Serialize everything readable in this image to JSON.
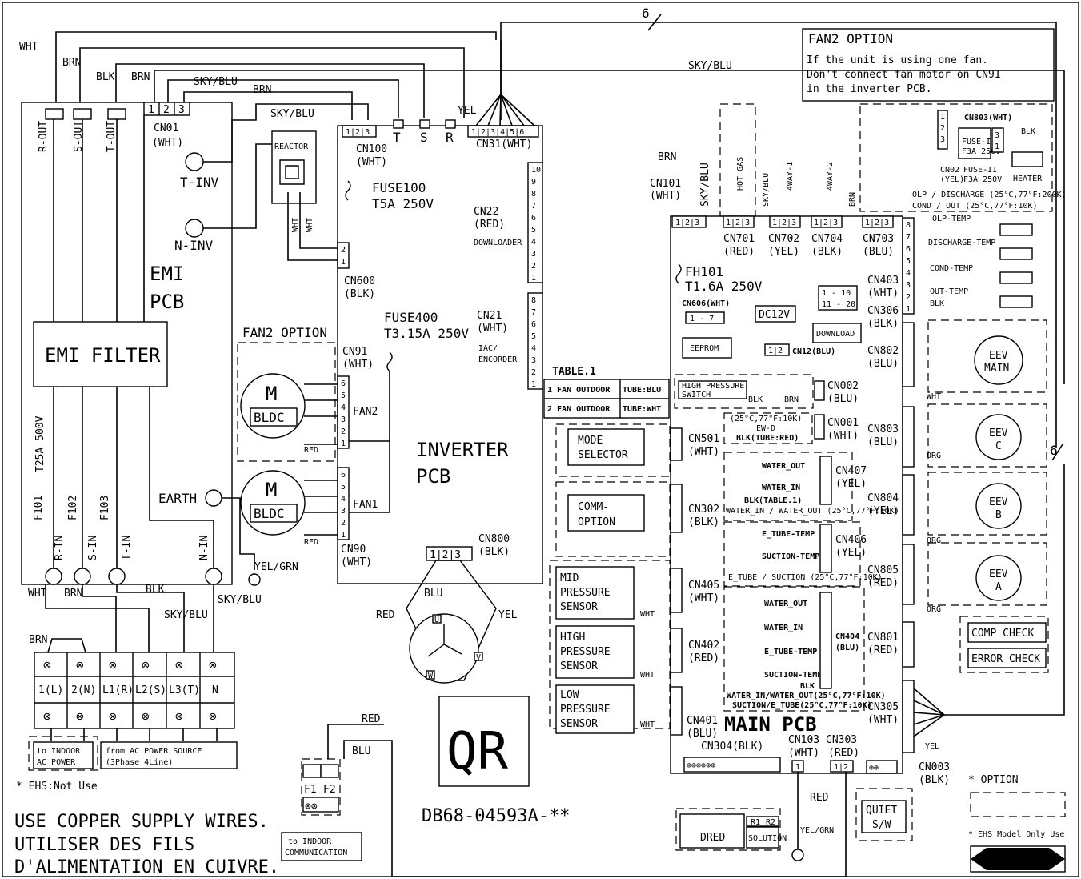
{
  "wire_colors": {
    "wht": "WHT",
    "brn": "BRN",
    "blk": "BLK",
    "sky_blu": "SKY/BLU",
    "yel": "YEL",
    "red": "RED",
    "blu": "BLU",
    "yel_grn": "YEL/GRN",
    "yel_grn2": "YEL/GRN"
  },
  "bus_label": "6",
  "fan2_note": {
    "title": "FAN2 OPTION",
    "line1": "If the unit is using one fan.",
    "line2": "Don't connect fan motor on CN91",
    "line3": "in the inverter PCB."
  },
  "emi": {
    "r_out": "R-OUT",
    "s_out": "S-OUT",
    "t_out": "T-OUT",
    "cn01": "CN01",
    "cn01_color": "(WHT)",
    "t_inv": "T-INV",
    "n_inv": "N-INV",
    "emi": "EMI",
    "pcb": "PCB",
    "filter": "EMI FILTER",
    "f101": "F101",
    "f102": "F102",
    "f103": "F103",
    "fuse_rating": "T25A 500V",
    "r_in": "R-IN",
    "s_in": "S-IN",
    "t_in": "T-IN",
    "n_in": "N-IN",
    "earth": "EARTH"
  },
  "reactor": "REACTOR",
  "inverter": {
    "cn100": "CN100",
    "cn100_color": "(WHT)",
    "fuse100": "FUSE100",
    "fuse100_rating": "T5A 250V",
    "cn31": "CN31(WHT)",
    "t": "T",
    "s": "S",
    "r": "R",
    "cn22": "CN22",
    "cn22_color": "(RED)",
    "downloader": "DOWNLOADER",
    "cn600": "CN600",
    "cn600_color": "(BLK)",
    "fuse400": "FUSE400",
    "fuse400_rating": "T3.15A 250V",
    "cn21": "CN21",
    "cn21_color": "(WHT)",
    "iac": "IAC/",
    "encorder": "ENCORDER",
    "cn91": "CN91",
    "cn91_color": "(WHT)",
    "cn90": "CN90",
    "cn90_color": "(WHT)",
    "cn800": "CN800",
    "cn800_color": "(BLK)",
    "title1": "INVERTER",
    "title2": "PCB"
  },
  "fans": {
    "fan2_option": "FAN2 OPTION",
    "m": "M",
    "bldc": "BLDC",
    "fan2": "FAN2",
    "fan1": "FAN1"
  },
  "table1": {
    "title": "TABLE.1",
    "row1_a": "1 FAN OUTDOOR",
    "row1_b": "TUBE:BLU",
    "row2_a": "2 FAN OUTDOOR",
    "row2_b": "TUBE:WHT"
  },
  "blocks": {
    "mode1": "MODE",
    "mode2": "SELECTOR",
    "comm1": "COMM-",
    "comm2": "OPTION",
    "mid1": "MID",
    "mid2": "PRESSURE",
    "mid3": "SENSOR",
    "high1": "HIGH",
    "high2": "PRESSURE",
    "high3": "SENSOR",
    "low1": "LOW",
    "low2": "PRESSURE",
    "low3": "SENSOR"
  },
  "main": {
    "cn101": "CN101",
    "cn101_color": "(WHT)",
    "hot_gas": "HOT GAS",
    "way4_1": "4WAY-1",
    "way4_2": "4WAY-2",
    "cn701": "CN701",
    "cn701_color": "(RED)",
    "cn702": "CN702",
    "cn702_color": "(YEL)",
    "cn704": "CN704",
    "cn704_color": "(BLK)",
    "cn703": "CN703",
    "cn703_color": "(BLU)",
    "fh101": "FH101",
    "fh101_rating": "T1.6A 250V",
    "cn606": "CN606(WHT)",
    "pins17": "1 - 7",
    "eeprom": "EEPROM",
    "dc12v": "DC12V",
    "cn12": "CN12(BLU)",
    "download": "DOWNLOAD",
    "pins110": "1 - 10",
    "pins1120": "11 - 20",
    "high_ps1": "HIGH PRESSURE",
    "high_ps2": "SWITCH",
    "cn002": "CN002",
    "cn002_color": "(BLU)",
    "ew_label": "(25°C,77°F:10K)",
    "ew_d": "EW-D",
    "blk_tube_red": "BLK(TUBE:RED)",
    "cn001": "CN001",
    "cn001_color": "(WHT)",
    "water_out": "WATER_OUT",
    "water_in": "WATER_IN",
    "blk_table1": "BLK(TABLE.1)",
    "water_note": "WATER_IN / WATER_OUT (25°C,77°F:10K)",
    "cn407": "CN407",
    "cn407_color": "(YEL)",
    "e_tube": "E_TUBE-TEMP",
    "suction": "SUCTION-TEMP",
    "e_tube_note": "E_TUBE / SUCTION (25°C,77°F:10K)",
    "cn406": "CN406",
    "cn406_color": "(YEL)",
    "water_out2": "WATER_OUT",
    "water_in2": "WATER_IN",
    "e_tube2": "E_TUBE-TEMP",
    "suction2": "SUCTION-TEMP",
    "cn404": "CN404",
    "cn404_color": "(BLU)",
    "blk": "BLK",
    "note_b1": "WATER_IN/WATER_OUT(25°C,77°F:10K)",
    "note_b2": "SUCTION/E_TUBE(25°C,77°F:10K)",
    "title": "MAIN PCB",
    "cn501": "CN501",
    "cn501_color": "(WHT)",
    "cn302": "CN302",
    "cn302_color": "(BLK)",
    "cn405": "CN405",
    "cn405_color": "(WHT)",
    "cn402": "CN402",
    "cn402_color": "(RED)",
    "cn401": "CN401",
    "cn401_color": "(BLU)",
    "cn304": "CN304(BLK)",
    "cn103": "CN103",
    "cn103_color": "(WHT)",
    "cn303": "CN303",
    "cn303_color": "(RED)",
    "cn003": "CN003",
    "cn003_color": "(BLK)",
    "dred": "DRED",
    "solution": "SOLUTION",
    "r1": "R1",
    "r2": "R2",
    "quiet1": "QUIET",
    "quiet2": "S/W"
  },
  "right": {
    "cn403": "CN403",
    "cn403_color": "(WHT)",
    "olp": "OLP-TEMP",
    "discharge": "DISCHARGE-TEMP",
    "cond": "COND-TEMP",
    "out": "OUT-TEMP",
    "note1": "OLP / DISCHARGE (25°C,77°F:200K)",
    "note2": "COND / OUT (25°C,77°F:10K)",
    "cn306": "CN306",
    "cn306_color": "(BLK)",
    "cn802": "CN802",
    "cn802_color": "(BLU)",
    "cn803": "CN803",
    "cn803_color": "(BLU)",
    "cn804": "CN804",
    "cn804_color": "(YEL)",
    "cn805": "CN805",
    "cn805_color": "(RED)",
    "cn801": "CN801",
    "cn801_color": "(RED)",
    "cn305": "CN305",
    "cn305_color": "(WHT)",
    "eev_main1": "EEV",
    "eev_main2": "MAIN",
    "eev_c1": "EEV",
    "eev_c2": "C",
    "eev_b1": "EEV",
    "eev_b2": "B",
    "eev_a1": "EEV",
    "eev_a2": "A",
    "orange": "ORG",
    "comp_check": "COMP CHECK",
    "error_check": "ERROR CHECK",
    "cn803_top": "CN803(WHT)",
    "fuse_i": "FUSE-I",
    "fuse_i_rating": "F3A 250V",
    "cn02": "CN02",
    "cn02_color": "(YEL)",
    "fuse_ii": "FUSE-II",
    "fuse_ii_rating": "F3A 250V",
    "heater": "HEATER",
    "option_legend": "* OPTION",
    "ehs_legend": "* EHS Model Only Use"
  },
  "terminals": {
    "t1": "1(L)",
    "t2": "2(N)",
    "t3": "L1(R)",
    "t4": "L2(S)",
    "t5": "L3(T)",
    "t6": "N",
    "to_indoor_power1": "to INDOOR",
    "to_indoor_power2": "AC POWER",
    "from_ac1": "from AC POWER SOURCE",
    "from_ac2": "(3Phase 4Line)",
    "ehs_note": "* EHS:Not Use",
    "f1": "F1",
    "f2": "F2",
    "comm1": "to INDOOR",
    "comm2": "COMMUNICATION"
  },
  "compressor": {
    "u": "U",
    "v": "V",
    "w": "W"
  },
  "footer": {
    "line1": "USE COPPER SUPPLY WIRES.",
    "line2": "UTILISER DES FILS",
    "line3": "D'ALIMENTATION EN CUIVRE.",
    "qr": "QR",
    "doc_no": "DB68-04593A-**"
  }
}
